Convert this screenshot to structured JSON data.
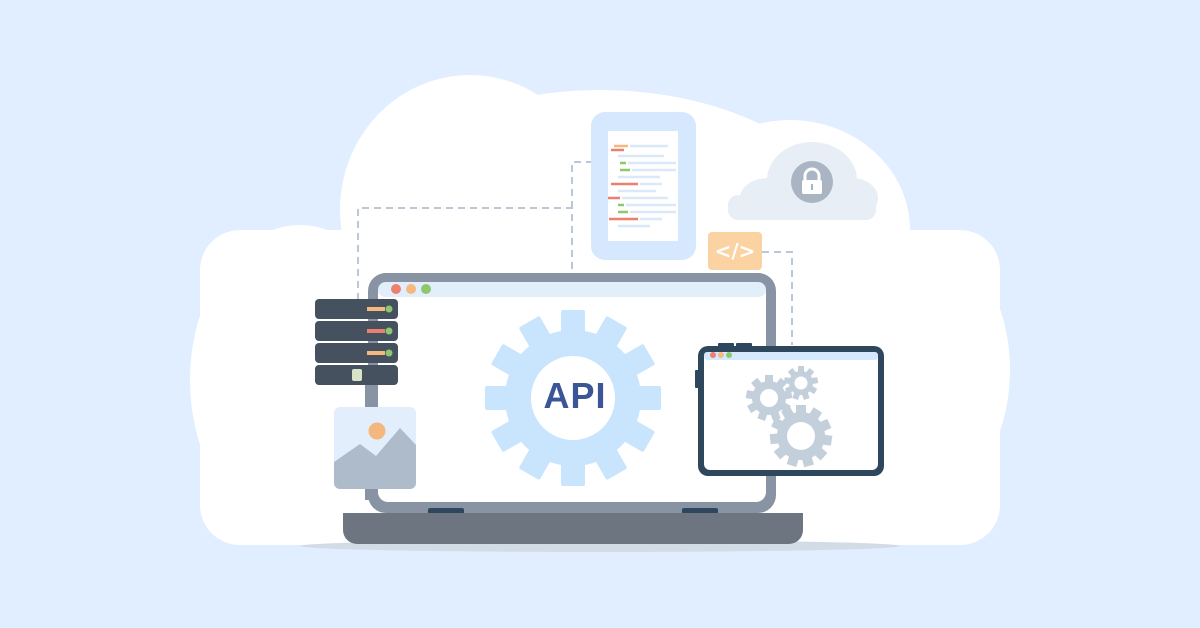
{
  "illustration": {
    "center_label": "API",
    "code_badge": "</>",
    "colors": {
      "background": "#e0eeff",
      "cloud": "#ffffff",
      "laptop_frame": "#8893a3",
      "laptop_base": "#6d7680",
      "gear_light_blue": "#c9e4fd",
      "api_text": "#3b5597",
      "server": "#46515f",
      "tablet_frame": "#2e475d",
      "gear_gray": "#c3cfdb",
      "code_badge": "#fbd3a2",
      "image_card": "#aebbcb",
      "sun": "#f4b77d",
      "dot_red": "#ea8070",
      "dot_orange": "#f6b87f",
      "dot_green": "#8dc86c",
      "dashed_line": "#b9c7d6"
    },
    "elements": [
      "cloud-background",
      "laptop",
      "api-gear",
      "server-rack",
      "image-card",
      "code-document",
      "lock-cloud",
      "code-badge",
      "tablet-with-gears"
    ]
  }
}
